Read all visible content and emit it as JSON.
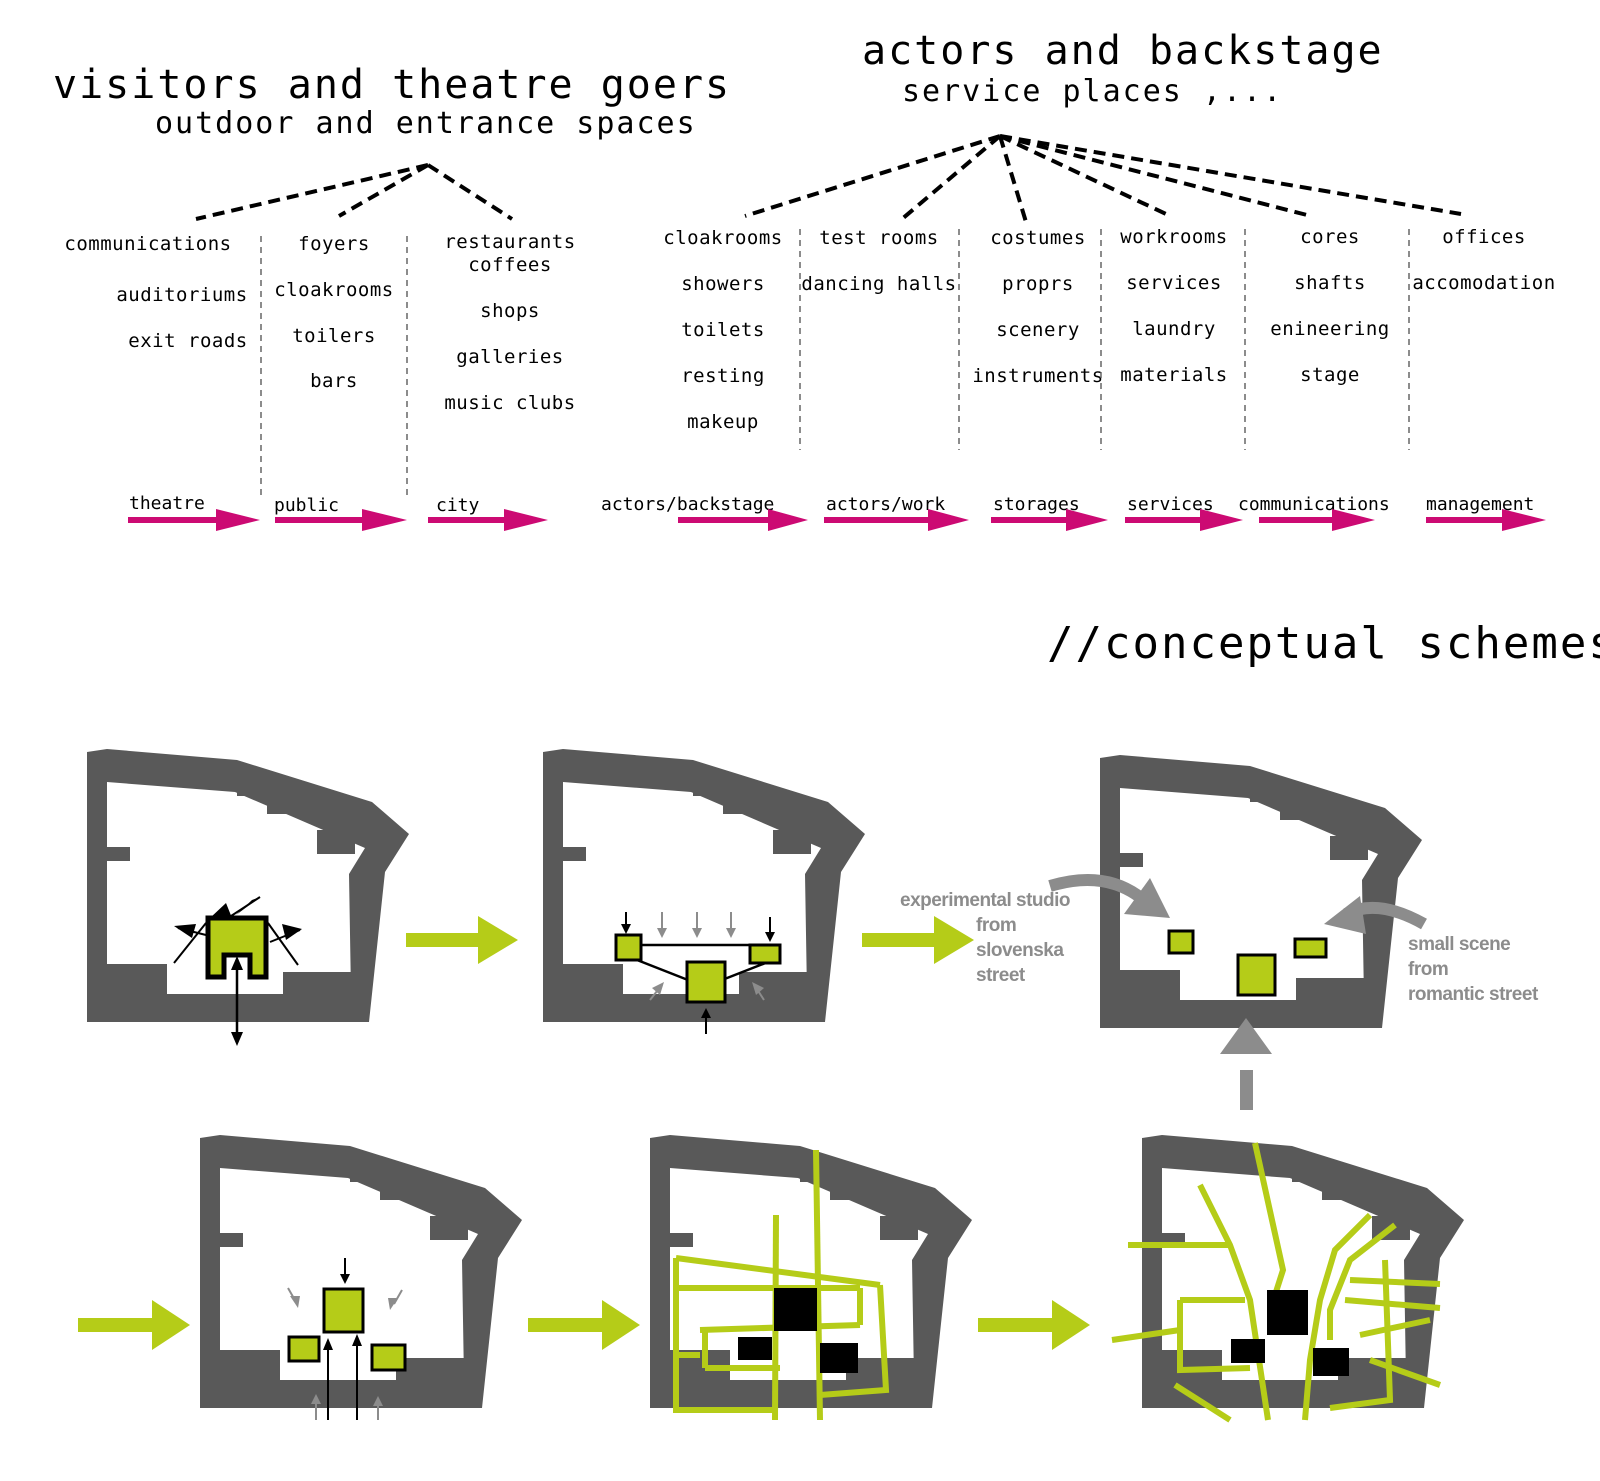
{
  "visitors": {
    "title": "visitors and theatre goers",
    "subtitle": "outdoor and entrance spaces"
  },
  "actors": {
    "title": "actors and backstage",
    "subtitle": "service places ,..."
  },
  "columns": [
    {
      "items": [
        "communications",
        "auditoriums",
        "exit roads"
      ]
    },
    {
      "items": [
        "foyers",
        "cloakrooms",
        "toilers",
        "bars"
      ]
    },
    {
      "items": [
        "restaurants",
        "coffees",
        "shops",
        "galleries",
        "music clubs"
      ]
    },
    {
      "items": [
        "cloakrooms",
        "showers",
        "toilets",
        "resting",
        "makeup"
      ]
    },
    {
      "items": [
        "test rooms",
        "dancing halls"
      ]
    },
    {
      "items": [
        "costumes",
        "proprs",
        "scenery",
        "instruments"
      ]
    },
    {
      "items": [
        "workrooms",
        "services",
        "laundry",
        "materials"
      ]
    },
    {
      "items": [
        "cores",
        "shafts",
        "enineering",
        "stage"
      ]
    },
    {
      "items": [
        "offices",
        "accomodation"
      ]
    }
  ],
  "categories": [
    "theatre",
    "public",
    "city",
    "actors/backstage",
    "actors/work",
    "storages",
    "services",
    "communications",
    "management"
  ],
  "schemes_title": "//conceptual schemes",
  "notes": {
    "experimental": [
      "experimental studio",
      "from",
      "slovenska",
      "street"
    ],
    "small_scene": [
      "small scene",
      "from",
      "romantic street"
    ]
  },
  "colors": {
    "wall": "#595959",
    "accent": "#b5cc18",
    "magenta": "#cc0a73",
    "grey_arrow": "#8c8c8c",
    "ink": "#000000"
  }
}
